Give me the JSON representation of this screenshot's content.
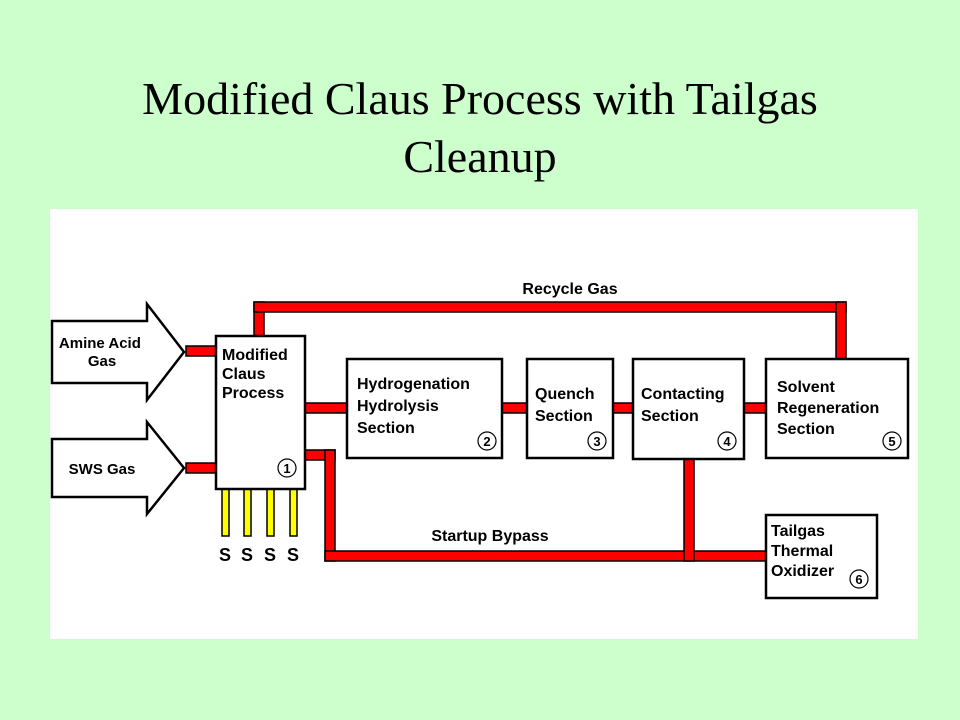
{
  "slide": {
    "title_line1": "Modified Claus Process with Tailgas",
    "title_line2": "Cleanup"
  },
  "diagram": {
    "flow_color": "#ff0000",
    "sulfur_drain_color": "#ffff00",
    "inputs": [
      {
        "line1": "Amine Acid",
        "line2": "Gas"
      },
      {
        "line1": "SWS Gas",
        "line2": ""
      }
    ],
    "units": [
      {
        "number": "1",
        "lines": [
          "Modified",
          "Claus",
          "Process"
        ]
      },
      {
        "number": "2",
        "lines": [
          "Hydrogenation",
          "Hydrolysis",
          "Section"
        ]
      },
      {
        "number": "3",
        "lines": [
          "Quench",
          "Section"
        ]
      },
      {
        "number": "4",
        "lines": [
          "Contacting",
          "Section"
        ]
      },
      {
        "number": "5",
        "lines": [
          "Solvent",
          "Regeneration",
          "Section"
        ]
      },
      {
        "number": "6",
        "lines": [
          "Tailgas",
          "Thermal",
          "Oxidizer"
        ]
      }
    ],
    "streams": {
      "recycle": "Recycle Gas",
      "bypass": "Startup Bypass"
    },
    "sulfur_outputs": [
      "S",
      "S",
      "S",
      "S"
    ]
  }
}
